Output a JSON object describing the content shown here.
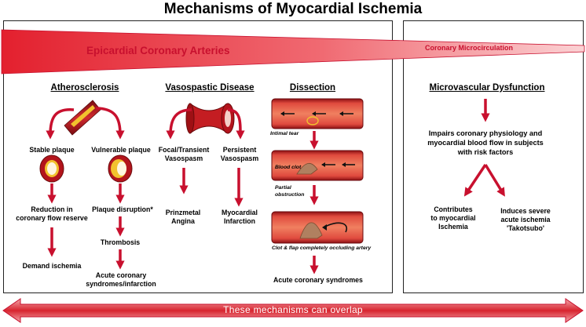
{
  "title": "Mechanisms of Myocardial Ischemia",
  "band": {
    "left_label": "Epicardial Coronary Arteries",
    "right_label": "Coronary Microcirculation"
  },
  "atherosclerosis": {
    "heading": "Atherosclerosis",
    "stable": "Stable plaque",
    "vulnerable": "Vulnerable plaque",
    "reduction": [
      "Reduction in",
      "coronary flow reserve"
    ],
    "demand": "Demand ischemia",
    "disruption": "Plaque disruption*",
    "thrombosis": "Thrombosis",
    "acs": [
      "Acute coronary",
      "syndromes/infarction"
    ]
  },
  "vasospastic": {
    "heading": "Vasospastic Disease",
    "focal": [
      "Focal/Transient",
      "Vasospasm"
    ],
    "persistent": [
      "Persistent",
      "Vasospasm"
    ],
    "prinzmetal": [
      "Prinzmetal",
      "Angina"
    ],
    "mi": [
      "Myocardial",
      "Infarction"
    ]
  },
  "dissection": {
    "heading": "Dissection",
    "intimal": "Intimal tear",
    "blood_clot": "Blood clot",
    "partial": [
      "Partial",
      "obstruction"
    ],
    "clot_flap": "Clot & flap completely occluding artery",
    "acs": "Acute coronary syndromes"
  },
  "microvascular": {
    "heading": "Microvascular Dysfunction",
    "impairs": [
      "Impairs coronary physiology and",
      "myocardial blood flow in subjects",
      "with risk factors"
    ],
    "contributes": [
      "Contributes",
      "to myocardial",
      "Ischemia"
    ],
    "induces": [
      "Induces severe",
      "acute ischemia",
      "'Takotsubo'"
    ]
  },
  "overlap_text": "These mechanisms can overlap",
  "colors": {
    "accent": "#c8102e",
    "vessel": "#b3141c",
    "plaque": "#f2c22e"
  }
}
